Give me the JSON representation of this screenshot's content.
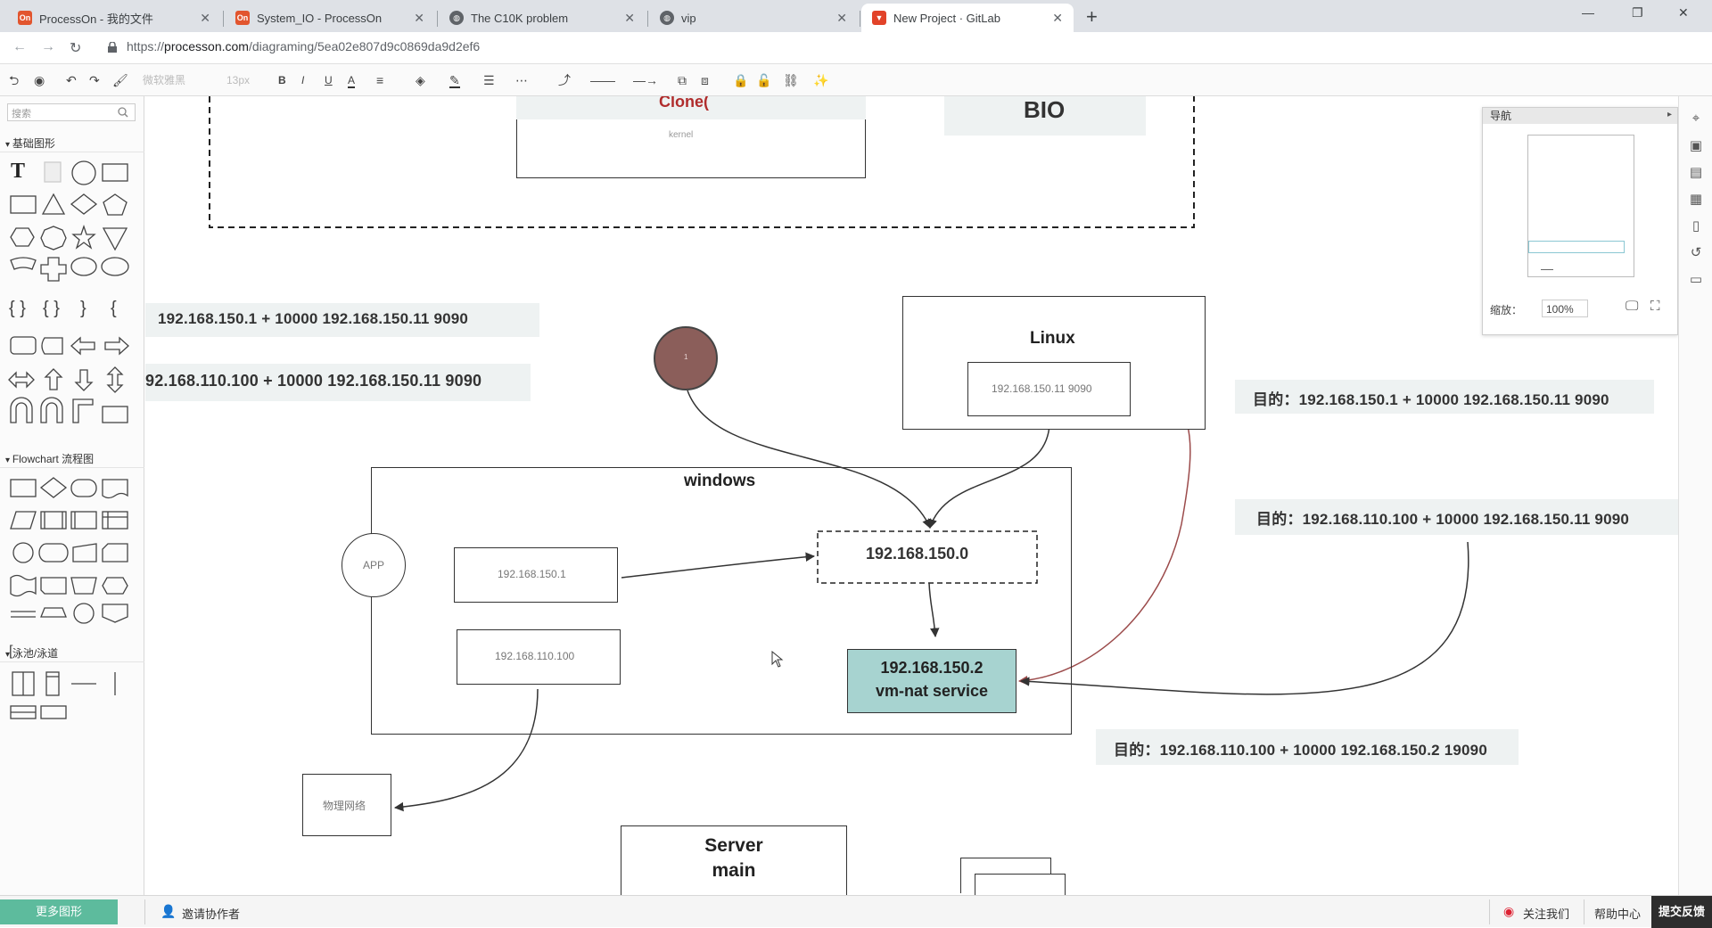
{
  "browser": {
    "tabs": [
      {
        "title": "ProcessOn - 我的文件",
        "favicon": "On",
        "color": "#e2552e"
      },
      {
        "title": "System_IO - ProcessOn",
        "favicon": "On",
        "color": "#e2552e"
      },
      {
        "title": "The C10K problem",
        "favicon": "globe",
        "color": "#5f6368"
      },
      {
        "title": "vip",
        "favicon": "globe",
        "color": "#5f6368"
      },
      {
        "title": "New Project · GitLab",
        "favicon": "fox",
        "color": "#e24329"
      }
    ],
    "new_tab": "+",
    "url_scheme": "https://",
    "url_host": "processon.com",
    "url_path": "/diagraming/5ea02e807d9c0869da9d2ef6"
  },
  "toolbar": {
    "font_family": "微软雅黑",
    "font_size": "13px"
  },
  "left_panel": {
    "search_placeholder": "搜索",
    "sections": [
      "基础图形",
      "Flowchart 流程图",
      "泳池/泳道"
    ]
  },
  "diagram": {
    "top_box_title": "Clone(",
    "top_box_sub": "kernel",
    "bio_label": "BIO",
    "ip_rows_left": [
      "192.168.150.1  +  10000   192.168.150.11   9090",
      "92.168.110.100 + 10000   192.168.150.11   9090"
    ],
    "linux_title": "Linux",
    "linux_inner": "192.168.150.11  9090",
    "windows_title": "windows",
    "app_label": "APP",
    "win_ip1": "192.168.150.1",
    "win_ip2": "192.168.110.100",
    "gateway": "192.168.150.0",
    "nat_line1": "192.168.150.2",
    "nat_line2": "vm-nat  service",
    "phys_net": "物理网络",
    "dest_rows": [
      "目的：192.168.150.1  +  10000   192.168.150.11   9090",
      "目的：192.168.110.100  +  10000    192.168.150.11   9090",
      "目的：192.168.110.100  +  10000    192.168.150.2   19090"
    ],
    "server_line1": "Server",
    "server_line2": "main",
    "circle_dot": "1"
  },
  "navigator": {
    "title": "导航",
    "zoom_label": "缩放：",
    "zoom_value": "100%"
  },
  "bottom": {
    "more_shapes": "更多图形",
    "invite": "邀请协作者",
    "follow": "关注我们",
    "help": "帮助中心",
    "feedback": "提交反馈"
  },
  "colors": {
    "nat_fill": "#a7d3d0",
    "circle_fill": "#8b5e5a",
    "accent_green": "#5dbb9d",
    "arrow_red": "#9b4a4a"
  }
}
